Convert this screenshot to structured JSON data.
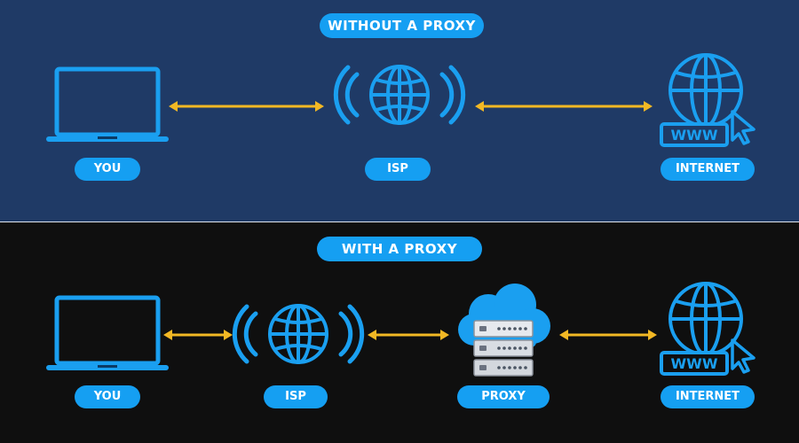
{
  "colors": {
    "accent": "#159ff2",
    "arrow": "#f2b824",
    "top_bg": "#1f3a66",
    "bottom_bg": "#0f0f0f"
  },
  "top": {
    "title": "WITHOUT A PROXY",
    "nodes": [
      {
        "label": "YOU",
        "icon": "laptop-icon"
      },
      {
        "label": "ISP",
        "icon": "globe-signal-icon"
      },
      {
        "label": "INTERNET",
        "icon": "www-globe-icon"
      }
    ]
  },
  "bottom": {
    "title": "WITH A PROXY",
    "nodes": [
      {
        "label": "YOU",
        "icon": "laptop-icon"
      },
      {
        "label": "ISP",
        "icon": "globe-signal-icon"
      },
      {
        "label": "PROXY",
        "icon": "cloud-server-icon"
      },
      {
        "label": "INTERNET",
        "icon": "www-globe-icon"
      }
    ]
  }
}
